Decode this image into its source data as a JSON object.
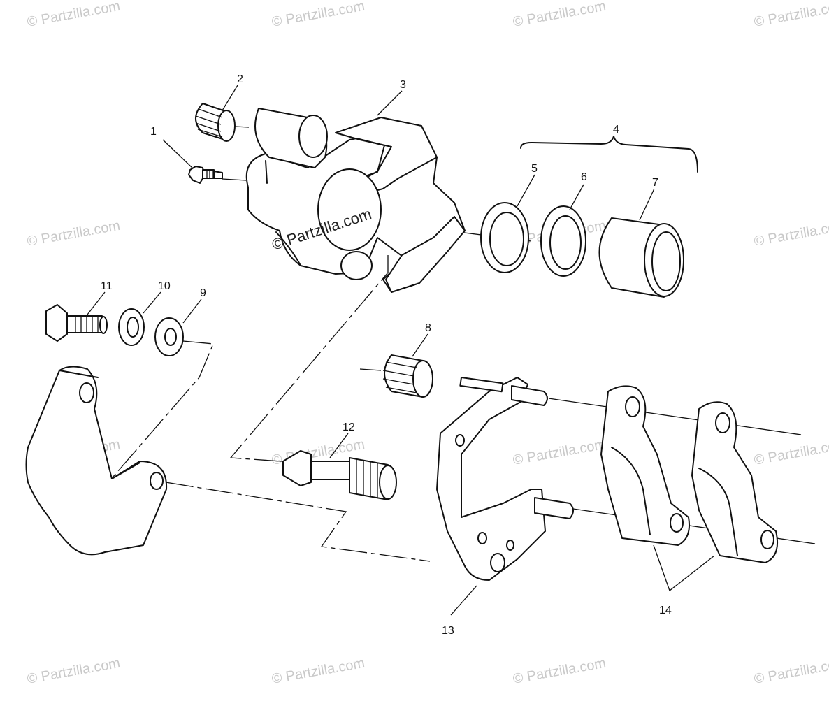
{
  "watermark": {
    "text": "© Partzilla.com",
    "center_text": "© Partzilla.com"
  },
  "callouts": [
    "1",
    "2",
    "3",
    "4",
    "5",
    "6",
    "7",
    "8",
    "9",
    "10",
    "11",
    "12",
    "13",
    "14"
  ]
}
